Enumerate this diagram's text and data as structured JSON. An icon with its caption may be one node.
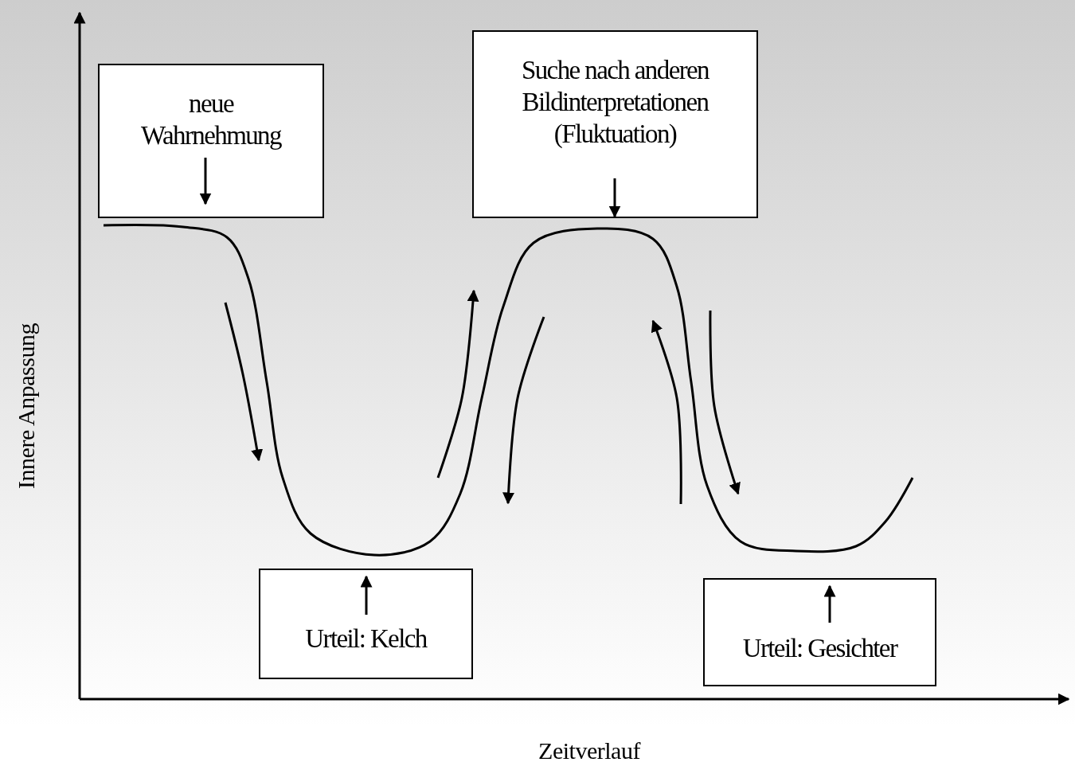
{
  "diagram": {
    "nodes": [
      {
        "text": [
          "neue Wahrnehmung"
        ]
      },
      {
        "text": [
          "Suche nach anderen Bildinterpretationen (Fluktuation)"
        ]
      },
      {
        "text": [
          "Urteil: Kelch"
        ]
      },
      {
        "text": [
          "Urteil: Gesichter"
        ]
      }
    ],
    "labels": [
      "Innere Anpassung",
      "Zeitverlauf"
    ]
  }
}
